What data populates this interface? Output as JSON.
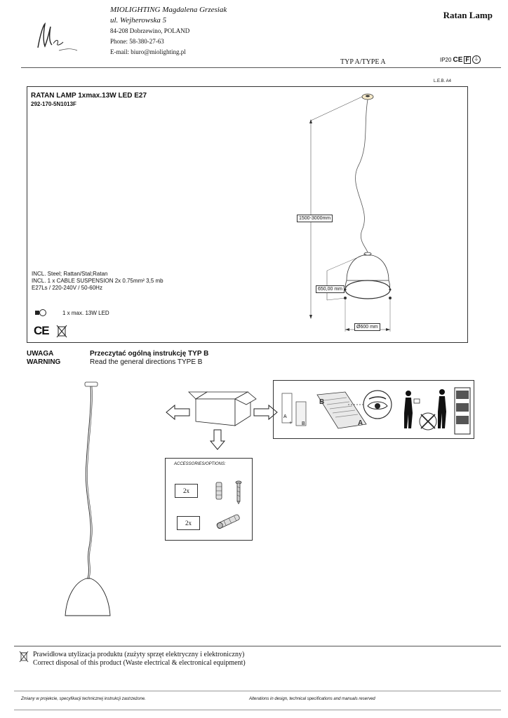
{
  "header": {
    "company": "MIOLIGHTING Magdalena Grzesiak",
    "street": "ul. Wejherowska 5",
    "city": "84-208 Dobrzewino, POLAND",
    "phone": "Phone: 58-380-27-63",
    "email": "E-mail: biuro@miolighting.pl",
    "product_name": "Ratan Lamp",
    "type": "TYP A/TYPE A",
    "ip_rating": "IP20",
    "doc_code": "L.E.B. A4"
  },
  "spec": {
    "title": "RATAN LAMP 1xmax.13W LED E27",
    "code": "292-170-5N1013F",
    "materials": "INCL. Steel; Rattan/Stal;Ratan",
    "suspension": "INCL. 1 x CABLE SUSPENSION 2x 0.75mm²  3,5 mb",
    "electrical": "E27Ls / 220-240V / 50-60Hz",
    "bulb": "1 x max. 13W LED"
  },
  "dimensions": {
    "height_range": "1500-3000mm",
    "shade_height": "650,00 mm",
    "diameter": "Ø600 mm"
  },
  "warning": {
    "label_pl": "UWAGA",
    "label_en": "WARNING",
    "text_pl": "Przeczytać  ogólną  instrukcję TYP B",
    "text_en": "Read the general directions TYPE B"
  },
  "instructions": {
    "label_a": "A",
    "label_b": "B",
    "plus": "+"
  },
  "accessories": {
    "title": "ACCESSORIES/OPTIONS:",
    "row1_qty": "2x",
    "row2_qty": "2x"
  },
  "disposal": {
    "text_pl": "Prawidłowa utylizacja produktu (zużyty sprzęt elektryczny i elektroniczny)",
    "text_en": "Correct disposal of this product (Waste electrical & electronical equipment)"
  },
  "footer": {
    "note_pl": "Zmiany w projekcie, specyfikacji technicznej instrukcji zastrzeżone.",
    "note_en": "Alterations in design, technical specifications and manuals reserved"
  }
}
